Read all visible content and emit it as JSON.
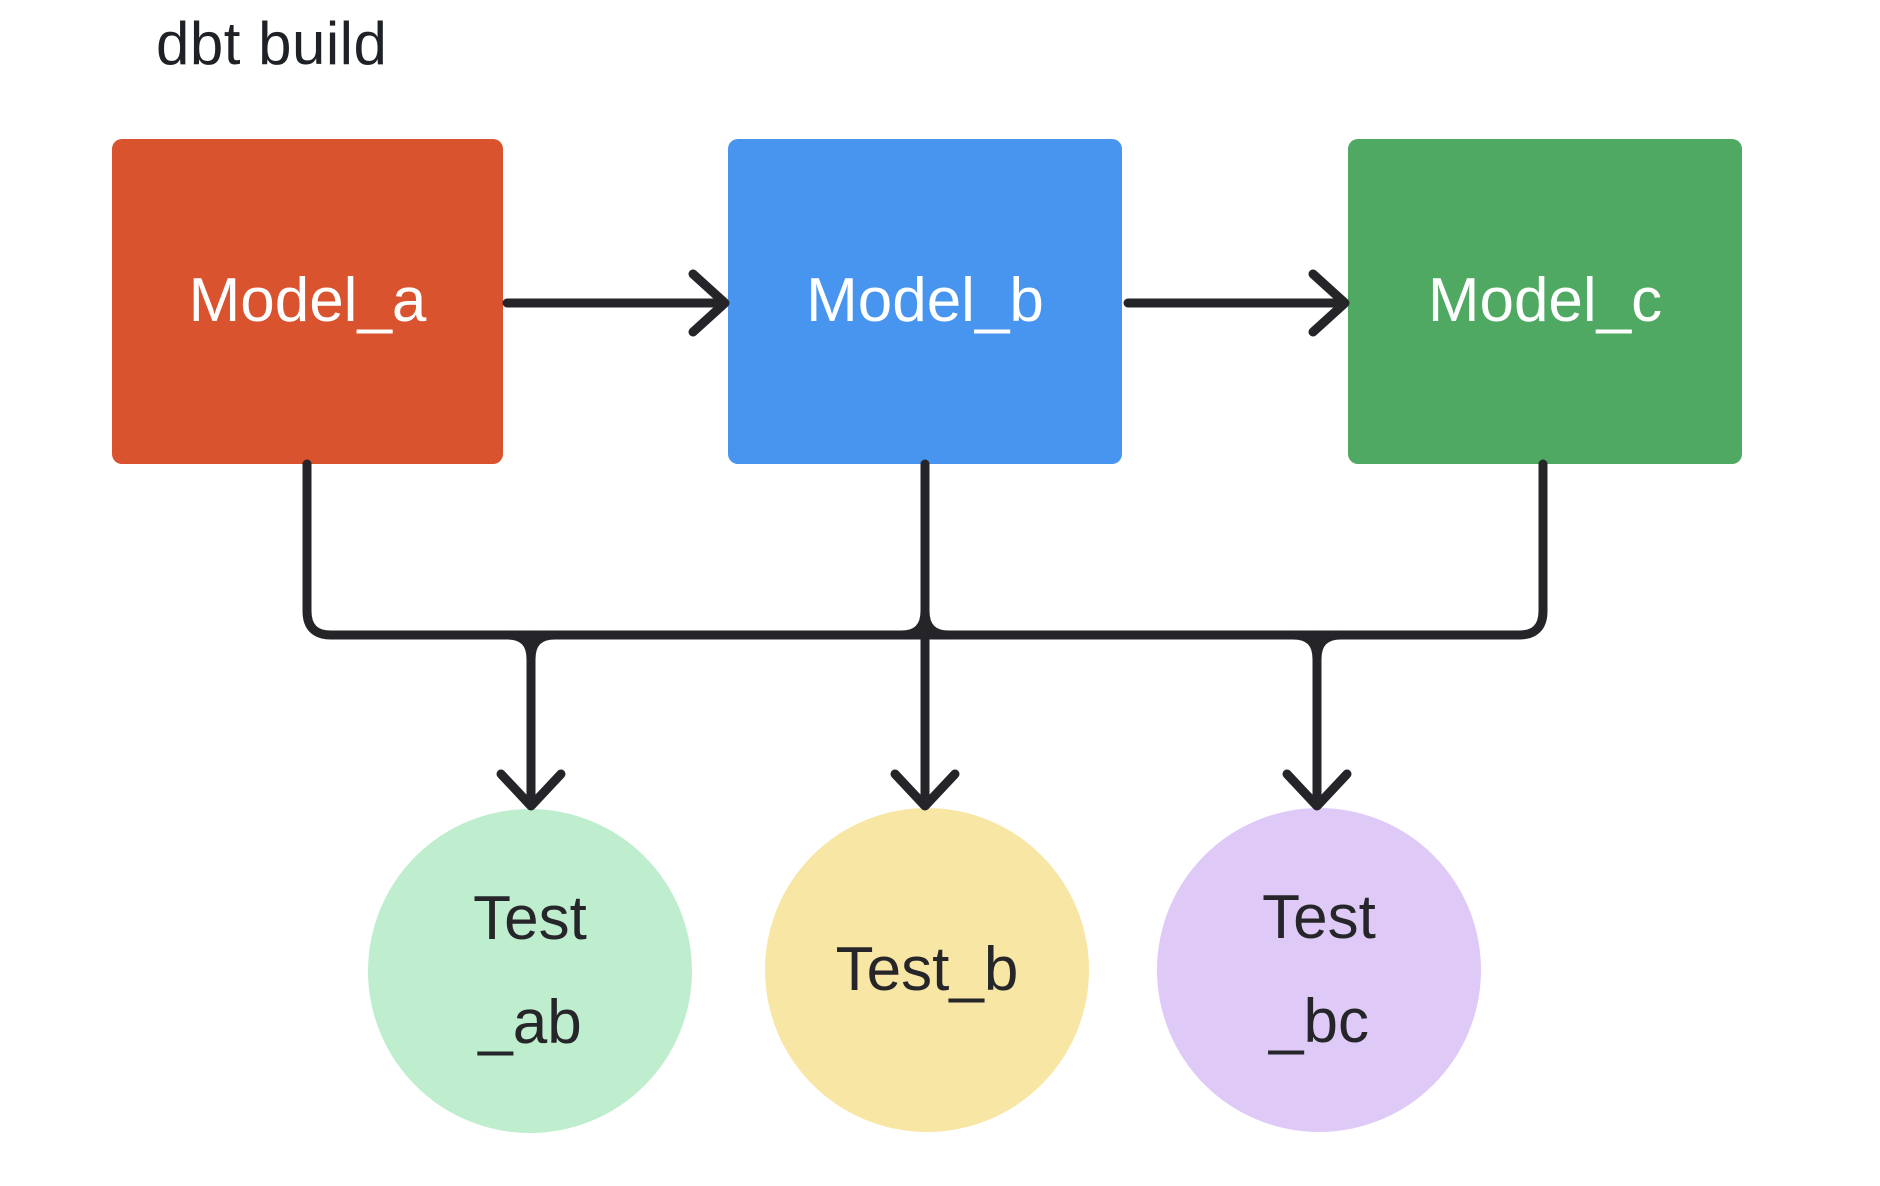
{
  "title": "dbt build",
  "diagram": {
    "background": "#FFFFFF",
    "line_color": "#242429",
    "title_color": "#1E2126"
  },
  "nodes": {
    "model_a": {
      "label": "Model_a",
      "shape": "rectangle",
      "color": "#D8532E",
      "text_color": "#FFFFFF"
    },
    "model_b": {
      "label": "Model_b",
      "shape": "rectangle",
      "color": "#4795EE",
      "text_color": "#FFFFFF"
    },
    "model_c": {
      "label": "Model_c",
      "shape": "rectangle",
      "color": "#4FA963",
      "text_color": "#FFFFFF"
    },
    "test_ab": {
      "label": "Test\n_ab",
      "shape": "circle",
      "color": "#BEEECE",
      "text_color": "#26262A"
    },
    "test_b": {
      "label": "Test_b",
      "shape": "circle",
      "color": "#F8E6A5",
      "text_color": "#26262A"
    },
    "test_bc": {
      "label": "Test\n_bc",
      "shape": "circle",
      "color": "#DFCAF7",
      "text_color": "#26262A"
    }
  },
  "edges": [
    {
      "from": "model_a",
      "to": "model_b",
      "style": "straight-arrow"
    },
    {
      "from": "model_b",
      "to": "model_c",
      "style": "straight-arrow"
    },
    {
      "from": "model_a",
      "to": "test_ab",
      "style": "elbow-arrow"
    },
    {
      "from": "model_b",
      "to": "test_ab",
      "style": "elbow-arrow"
    },
    {
      "from": "model_b",
      "to": "test_b",
      "style": "elbow-arrow"
    },
    {
      "from": "model_b",
      "to": "test_bc",
      "style": "elbow-arrow"
    },
    {
      "from": "model_c",
      "to": "test_bc",
      "style": "elbow-arrow"
    }
  ]
}
